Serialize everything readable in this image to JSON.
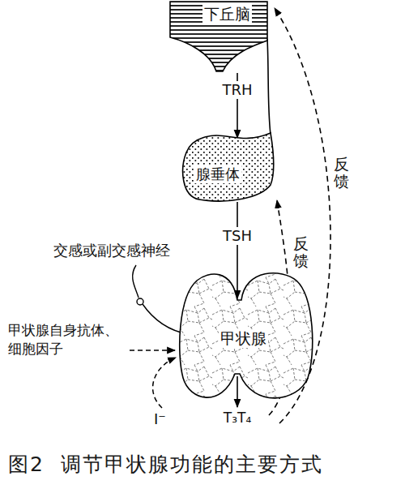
{
  "diagram": {
    "caption": "图2  调节甲状腺功能的主要方式",
    "nodes": [
      {
        "text": [
          "下丘脑"
        ]
      },
      {
        "text": [
          "腺垂体"
        ]
      },
      {
        "text": [
          "甲状腺"
        ]
      }
    ],
    "edges": [
      {
        "from": 0,
        "to": 1,
        "arrow": "to",
        "label": "TRH"
      },
      {
        "from": 1,
        "to": 2,
        "arrow": "to",
        "label": "TSH"
      }
    ],
    "labels": [
      "反馈",
      "反馈",
      "交感或副交感神经",
      "甲状腺自身抗体、细胞因子",
      "I⁻",
      "T₃T₄"
    ]
  }
}
